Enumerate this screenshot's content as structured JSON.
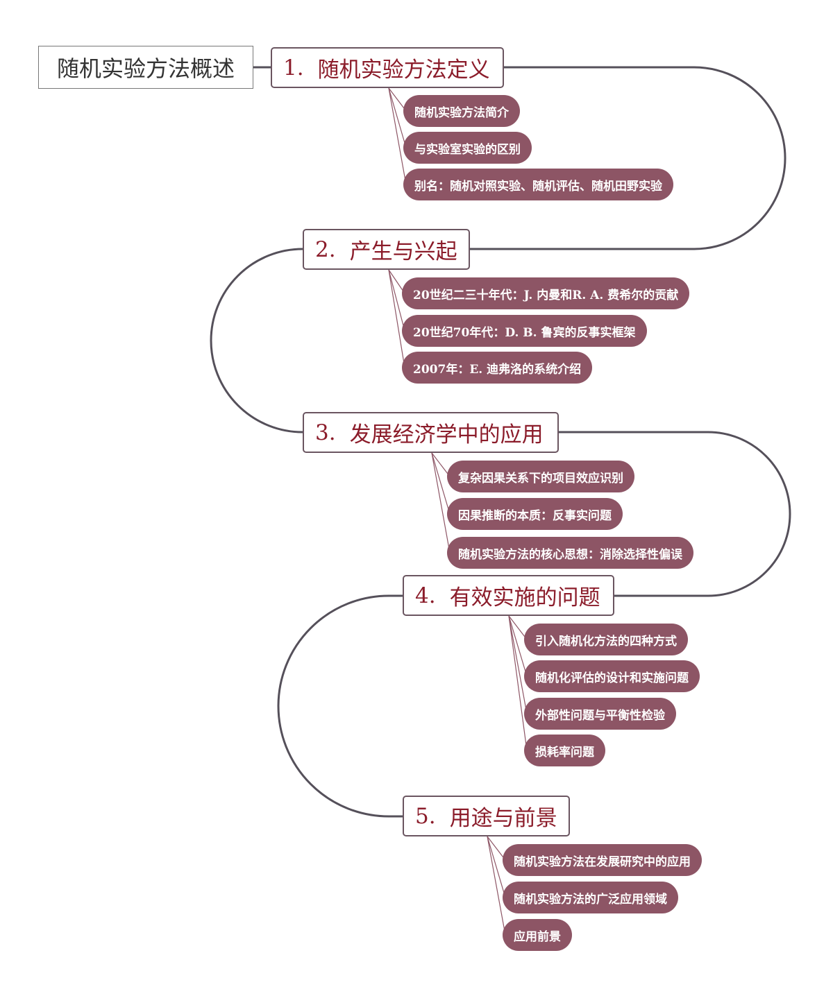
{
  "root": {
    "label": "随机实验方法概述"
  },
  "sections": [
    {
      "num": "1.",
      "label": "随机实验方法定义",
      "children": [
        "随机实验方法简介",
        "与实验室实验的区别",
        "别名：随机对照实验、随机评估、随机田野实验"
      ]
    },
    {
      "num": "2.",
      "label": "产生与兴起",
      "children": [
        "20世纪二三十年代：J. 内曼和R. A. 费希尔的贡献",
        "20世纪70年代：D. B. 鲁宾的反事实框架",
        "2007年：E. 迪弗洛的系统介绍"
      ]
    },
    {
      "num": "3.",
      "label": "发展经济学中的应用",
      "children": [
        "复杂因果关系下的项目效应识别",
        "因果推断的本质：反事实问题",
        "随机实验方法的核心思想：消除选择性偏误"
      ]
    },
    {
      "num": "4.",
      "label": "有效实施的问题",
      "children": [
        "引入随机化方法的四种方式",
        "随机化评估的设计和实施问题",
        "外部性问题与平衡性检验",
        "损耗率问题"
      ]
    },
    {
      "num": "5.",
      "label": "用途与前景",
      "children": [
        "随机实验方法在发展研究中的应用",
        "随机实验方法的广泛应用领域",
        "应用前景"
      ]
    }
  ],
  "colors": {
    "leaf_fill": "#8d5565",
    "section_text": "#8b1c2a",
    "connector": "#55505a"
  }
}
